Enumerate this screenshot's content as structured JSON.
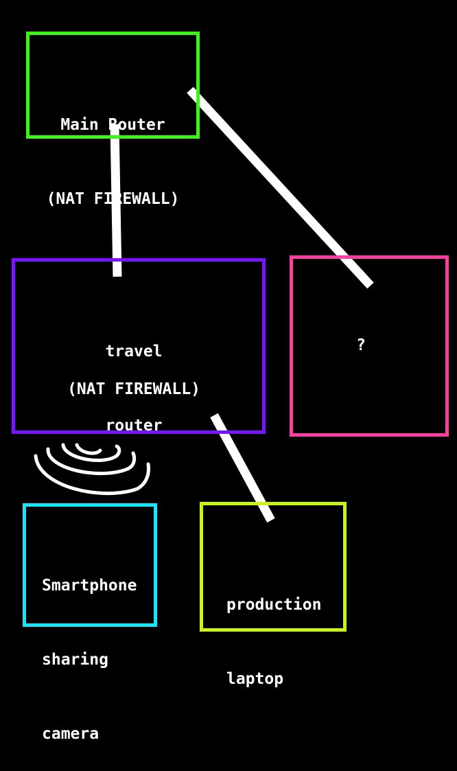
{
  "colors": {
    "background": "#000000",
    "connector": "#ffffff",
    "main_router": "#3cf514",
    "travel_router": "#7a14ff",
    "unknown": "#ff3da0",
    "smartphone": "#14e6ff",
    "laptop": "#c8f514"
  },
  "nodes": {
    "main_router": {
      "line1": "Main Router",
      "line2": "(NAT FIREWALL)"
    },
    "travel_router": {
      "line1": "travel",
      "line2": "router",
      "line3": "(NAT FIREWALL)"
    },
    "unknown": {
      "label": "?"
    },
    "smartphone": {
      "line1": "Smartphone",
      "line2": "sharing",
      "line3": "camera"
    },
    "laptop": {
      "line1": "production",
      "line2": "laptop"
    }
  },
  "icons": {
    "wifi": "wifi-icon"
  }
}
